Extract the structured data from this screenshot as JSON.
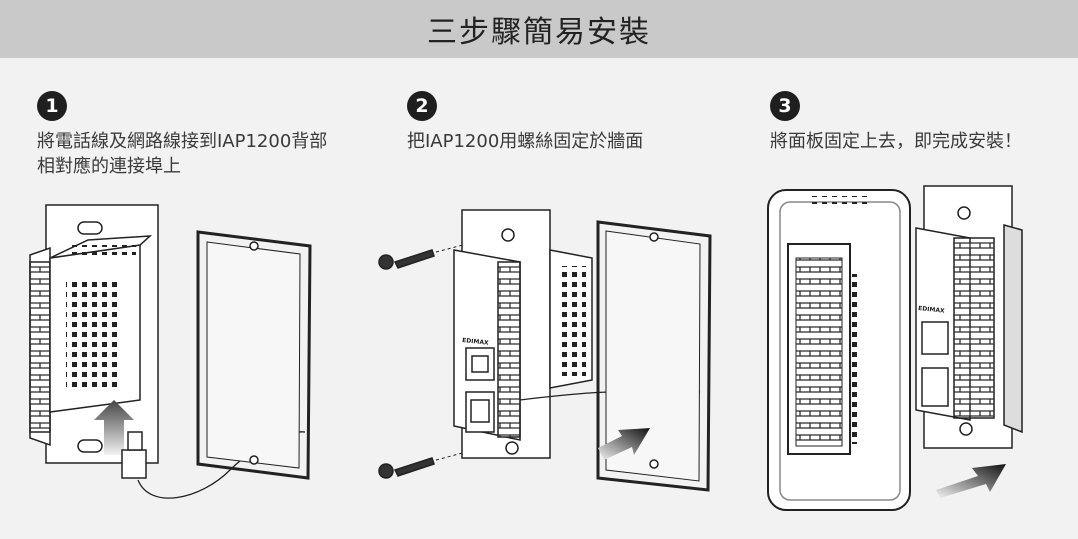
{
  "header": {
    "title": "三步驟簡易安裝"
  },
  "steps": [
    {
      "number": "1",
      "line1": "將電話線及網路線接到IAP1200背部",
      "line2": "相對應的連接埠上"
    },
    {
      "number": "2",
      "line1": "把IAP1200用螺絲固定於牆面",
      "line2": ""
    },
    {
      "number": "3",
      "line1": "將面板固定上去，即完成安裝！",
      "line2": ""
    }
  ],
  "device": {
    "brand": "EDIMAX"
  },
  "colors": {
    "banner": "#c9c9c9",
    "background": "#f2f2f2",
    "badge": "#1f1f1f"
  }
}
